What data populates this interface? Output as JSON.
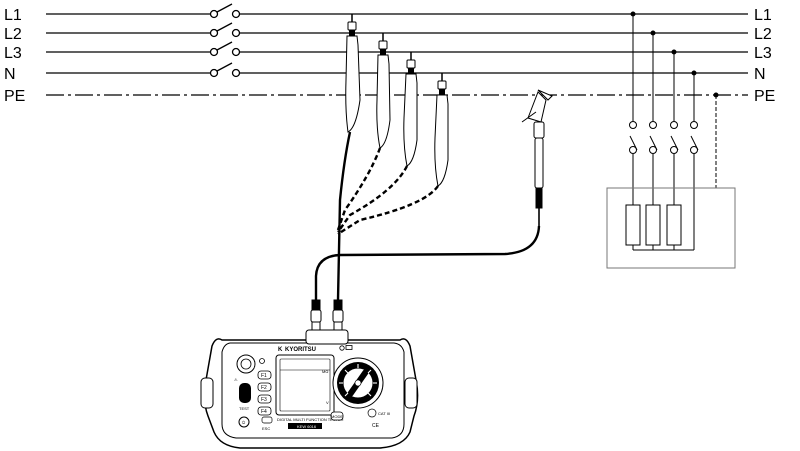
{
  "buses": [
    {
      "id": "L1",
      "left_label": "L1",
      "right_label": "L1"
    },
    {
      "id": "L2",
      "left_label": "L2",
      "right_label": "L2"
    },
    {
      "id": "L3",
      "left_label": "L3",
      "right_label": "L3"
    },
    {
      "id": "N",
      "left_label": "N",
      "right_label": "N"
    },
    {
      "id": "PE",
      "left_label": "PE",
      "right_label": "PE"
    }
  ],
  "tester": {
    "brand": "KYORITSU",
    "brand_mark": "K",
    "model_line": "DIGITAL MULTI FUNCTION TESTER",
    "model_number": "KEW 6016",
    "display_unit_mohm": "MΩ",
    "display_unit_v": "V",
    "keys": [
      "F1",
      "F2",
      "F3",
      "F4"
    ],
    "button_test": "TEST",
    "button_mode": "MODE",
    "button_esc": "ESC",
    "ce_mark": "CE",
    "cat_rating": "CAT III"
  }
}
